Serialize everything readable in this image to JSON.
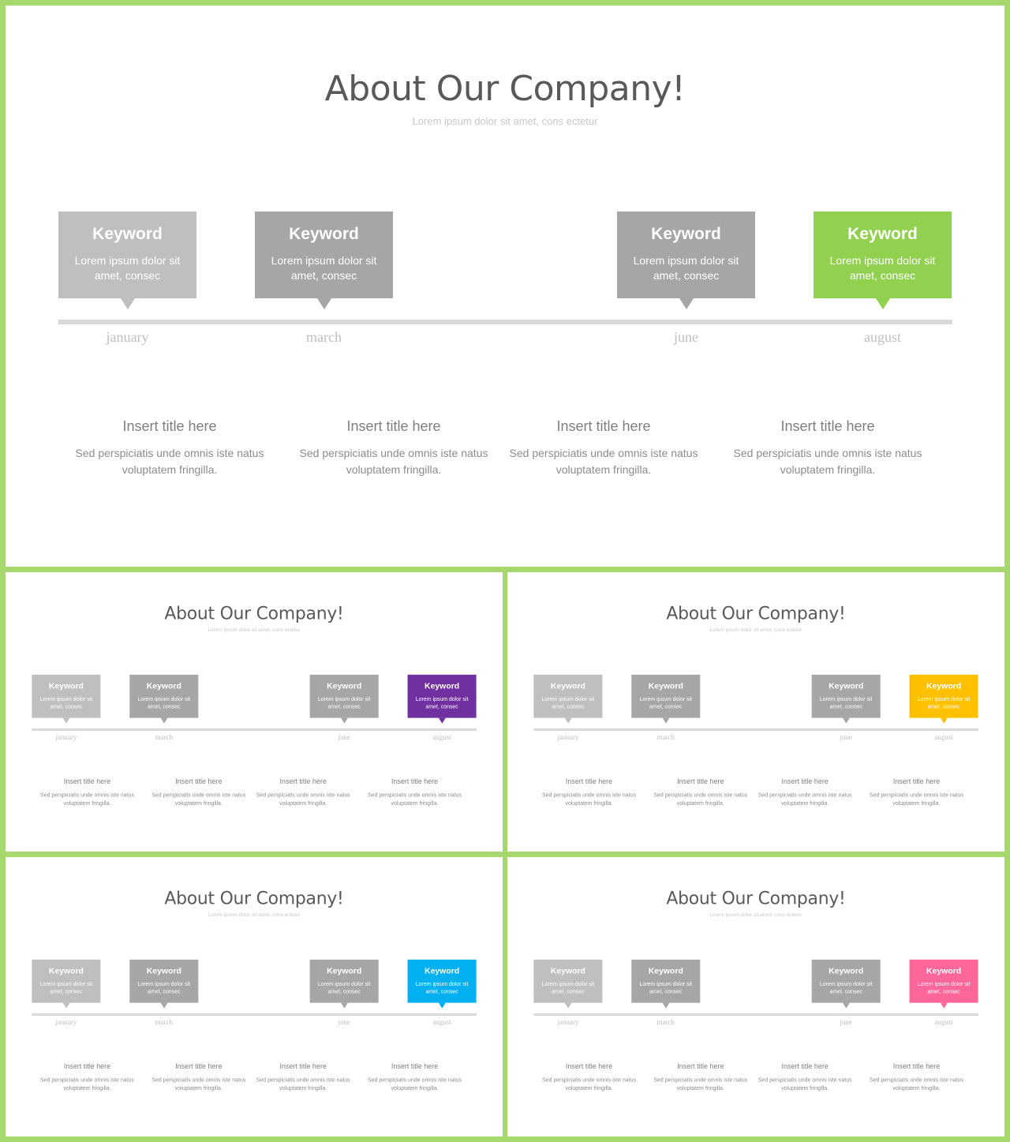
{
  "title": "About Our Company!",
  "subtitle": "Lorem ipsum dolor sit amet, cons ectetur",
  "keyword": "Keyword",
  "keyword_desc": "Lorem ipsum dolor sit amet, consec",
  "months": [
    "january",
    "march",
    "june",
    "august"
  ],
  "info_title": "Insert title here",
  "info_text": "Sed perspiciatis unde omnis iste natus voluptatem fringilla.",
  "colors": {
    "frame": "#a6d86e",
    "box_light": "#bfbfbf",
    "box_dark": "#a6a6a6",
    "line": "#d9d9d9"
  },
  "variants": [
    {
      "highlight_color": "#92d050"
    },
    {
      "highlight_color": "#7030a0"
    },
    {
      "highlight_color": "#ffc000"
    },
    {
      "highlight_color": "#00b0f0"
    },
    {
      "highlight_color": "#ff6699"
    }
  ]
}
